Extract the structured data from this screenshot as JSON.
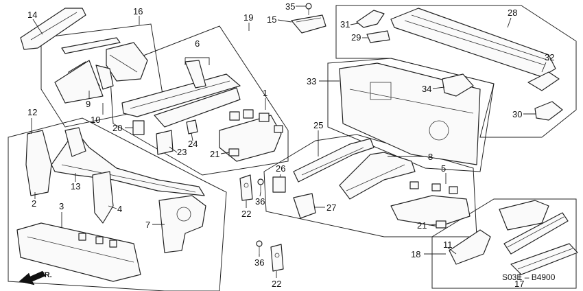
{
  "callouts": {
    "c1": "1",
    "c2": "2",
    "c3": "3",
    "c4": "4",
    "c5": "5",
    "c6": "6",
    "c7": "7",
    "c8": "8",
    "c9": "9",
    "c10": "10",
    "c11": "11",
    "c12": "12",
    "c13": "13",
    "c14": "14",
    "c15": "15",
    "c16": "16",
    "c17": "17",
    "c18": "18",
    "c19": "19",
    "c20": "20",
    "c21a": "21",
    "c21b": "21",
    "c22a": "22",
    "c22b": "22",
    "c23": "23",
    "c24": "24",
    "c25": "25",
    "c26": "26",
    "c27": "27",
    "c28": "28",
    "c29": "29",
    "c30": "30",
    "c31": "31",
    "c32": "32",
    "c33": "33",
    "c34": "34",
    "c35": "35",
    "c36a": "36",
    "c36b": "36"
  },
  "front_marker": "FR.",
  "diagram_code": "S03E – B4900",
  "colors": {
    "line": "#222222",
    "part_fill": "#fafafa",
    "background": "#ffffff"
  }
}
